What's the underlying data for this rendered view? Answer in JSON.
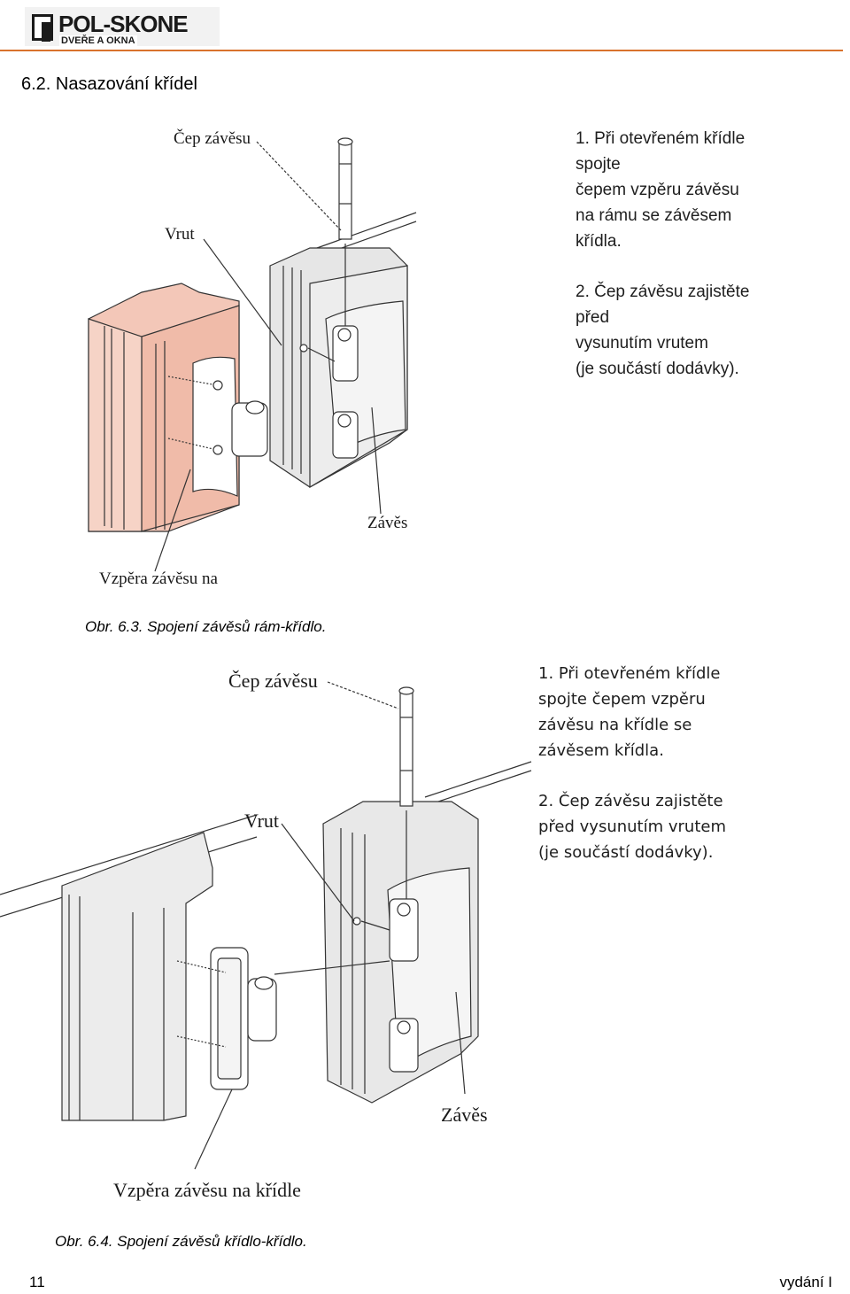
{
  "header": {
    "logo_name": "POL-SKONE",
    "logo_sub": "DVEŘE A OKNA",
    "accent_color": "#d9722c"
  },
  "section_title": "6.2. Nasazování křídel",
  "figure_a": {
    "labels": {
      "pin": "Čep závěsu",
      "screw": "Vrut",
      "hinge": "Závěs",
      "brace": "Vzpěra závěsu na"
    },
    "frame_color": "#f3c7b8",
    "instructions": [
      [
        "1. Při otevřeném křídle",
        "spojte",
        "čepem vzpěru závěsu",
        "na rámu se závěsem",
        "křídla."
      ],
      [
        "2. Čep závěsu zajistěte",
        "před",
        "vysunutím vrutem",
        "(je součástí dodávky)."
      ]
    ],
    "caption": "Obr. 6.3. Spojení závěsů rám-křídlo."
  },
  "figure_b": {
    "labels": {
      "pin": "Čep závěsu",
      "screw": "Vrut",
      "hinge": "Závěs",
      "brace": "Vzpěra závěsu na křídle"
    },
    "instructions": [
      [
        "1. Při otevřeném křídle",
        "spojte čepem vzpěru",
        "závěsu na křídle se",
        "závěsem křídla."
      ],
      [
        "2. Čep závěsu zajistěte",
        "před vysunutím vrutem",
        "(je součástí dodávky)."
      ]
    ],
    "caption": "Obr. 6.4. Spojení závěsů křídlo-křídlo."
  },
  "footer": {
    "page_number": "11",
    "edition": "vydání I"
  }
}
